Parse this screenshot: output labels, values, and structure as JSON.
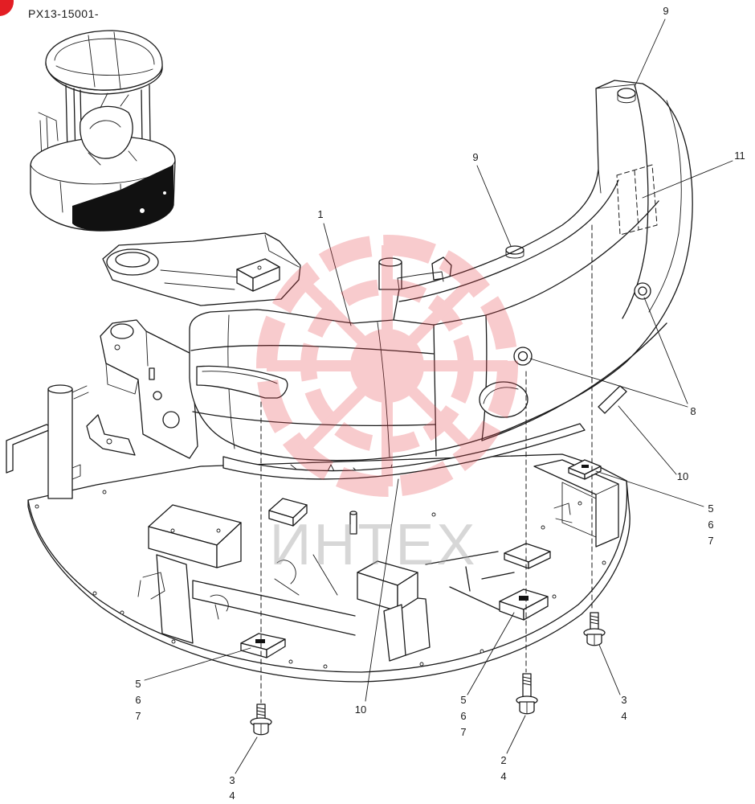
{
  "document_code": "PX13-15001-",
  "colors": {
    "line": "#1a1a1a",
    "corner_mark": "#e31e24",
    "watermark_logo": "#e8474f",
    "watermark_text": "#a8a8a8",
    "inset_band": "#111111"
  },
  "watermark": {
    "text": "ИНТЕХ"
  },
  "callouts": [
    {
      "lines": [
        "9"
      ]
    },
    {
      "lines": [
        "9"
      ]
    },
    {
      "lines": [
        "11"
      ]
    },
    {
      "lines": [
        "1"
      ]
    },
    {
      "lines": [
        "8"
      ]
    },
    {
      "lines": [
        "10"
      ]
    },
    {
      "lines": [
        "5",
        "6",
        "7"
      ]
    },
    {
      "lines": [
        "5",
        "6",
        "7"
      ]
    },
    {
      "lines": [
        "10"
      ]
    },
    {
      "lines": [
        "5",
        "6",
        "7"
      ]
    },
    {
      "lines": [
        "3",
        "4"
      ]
    },
    {
      "lines": [
        "2",
        "4"
      ]
    },
    {
      "lines": [
        "3",
        "4"
      ]
    }
  ]
}
